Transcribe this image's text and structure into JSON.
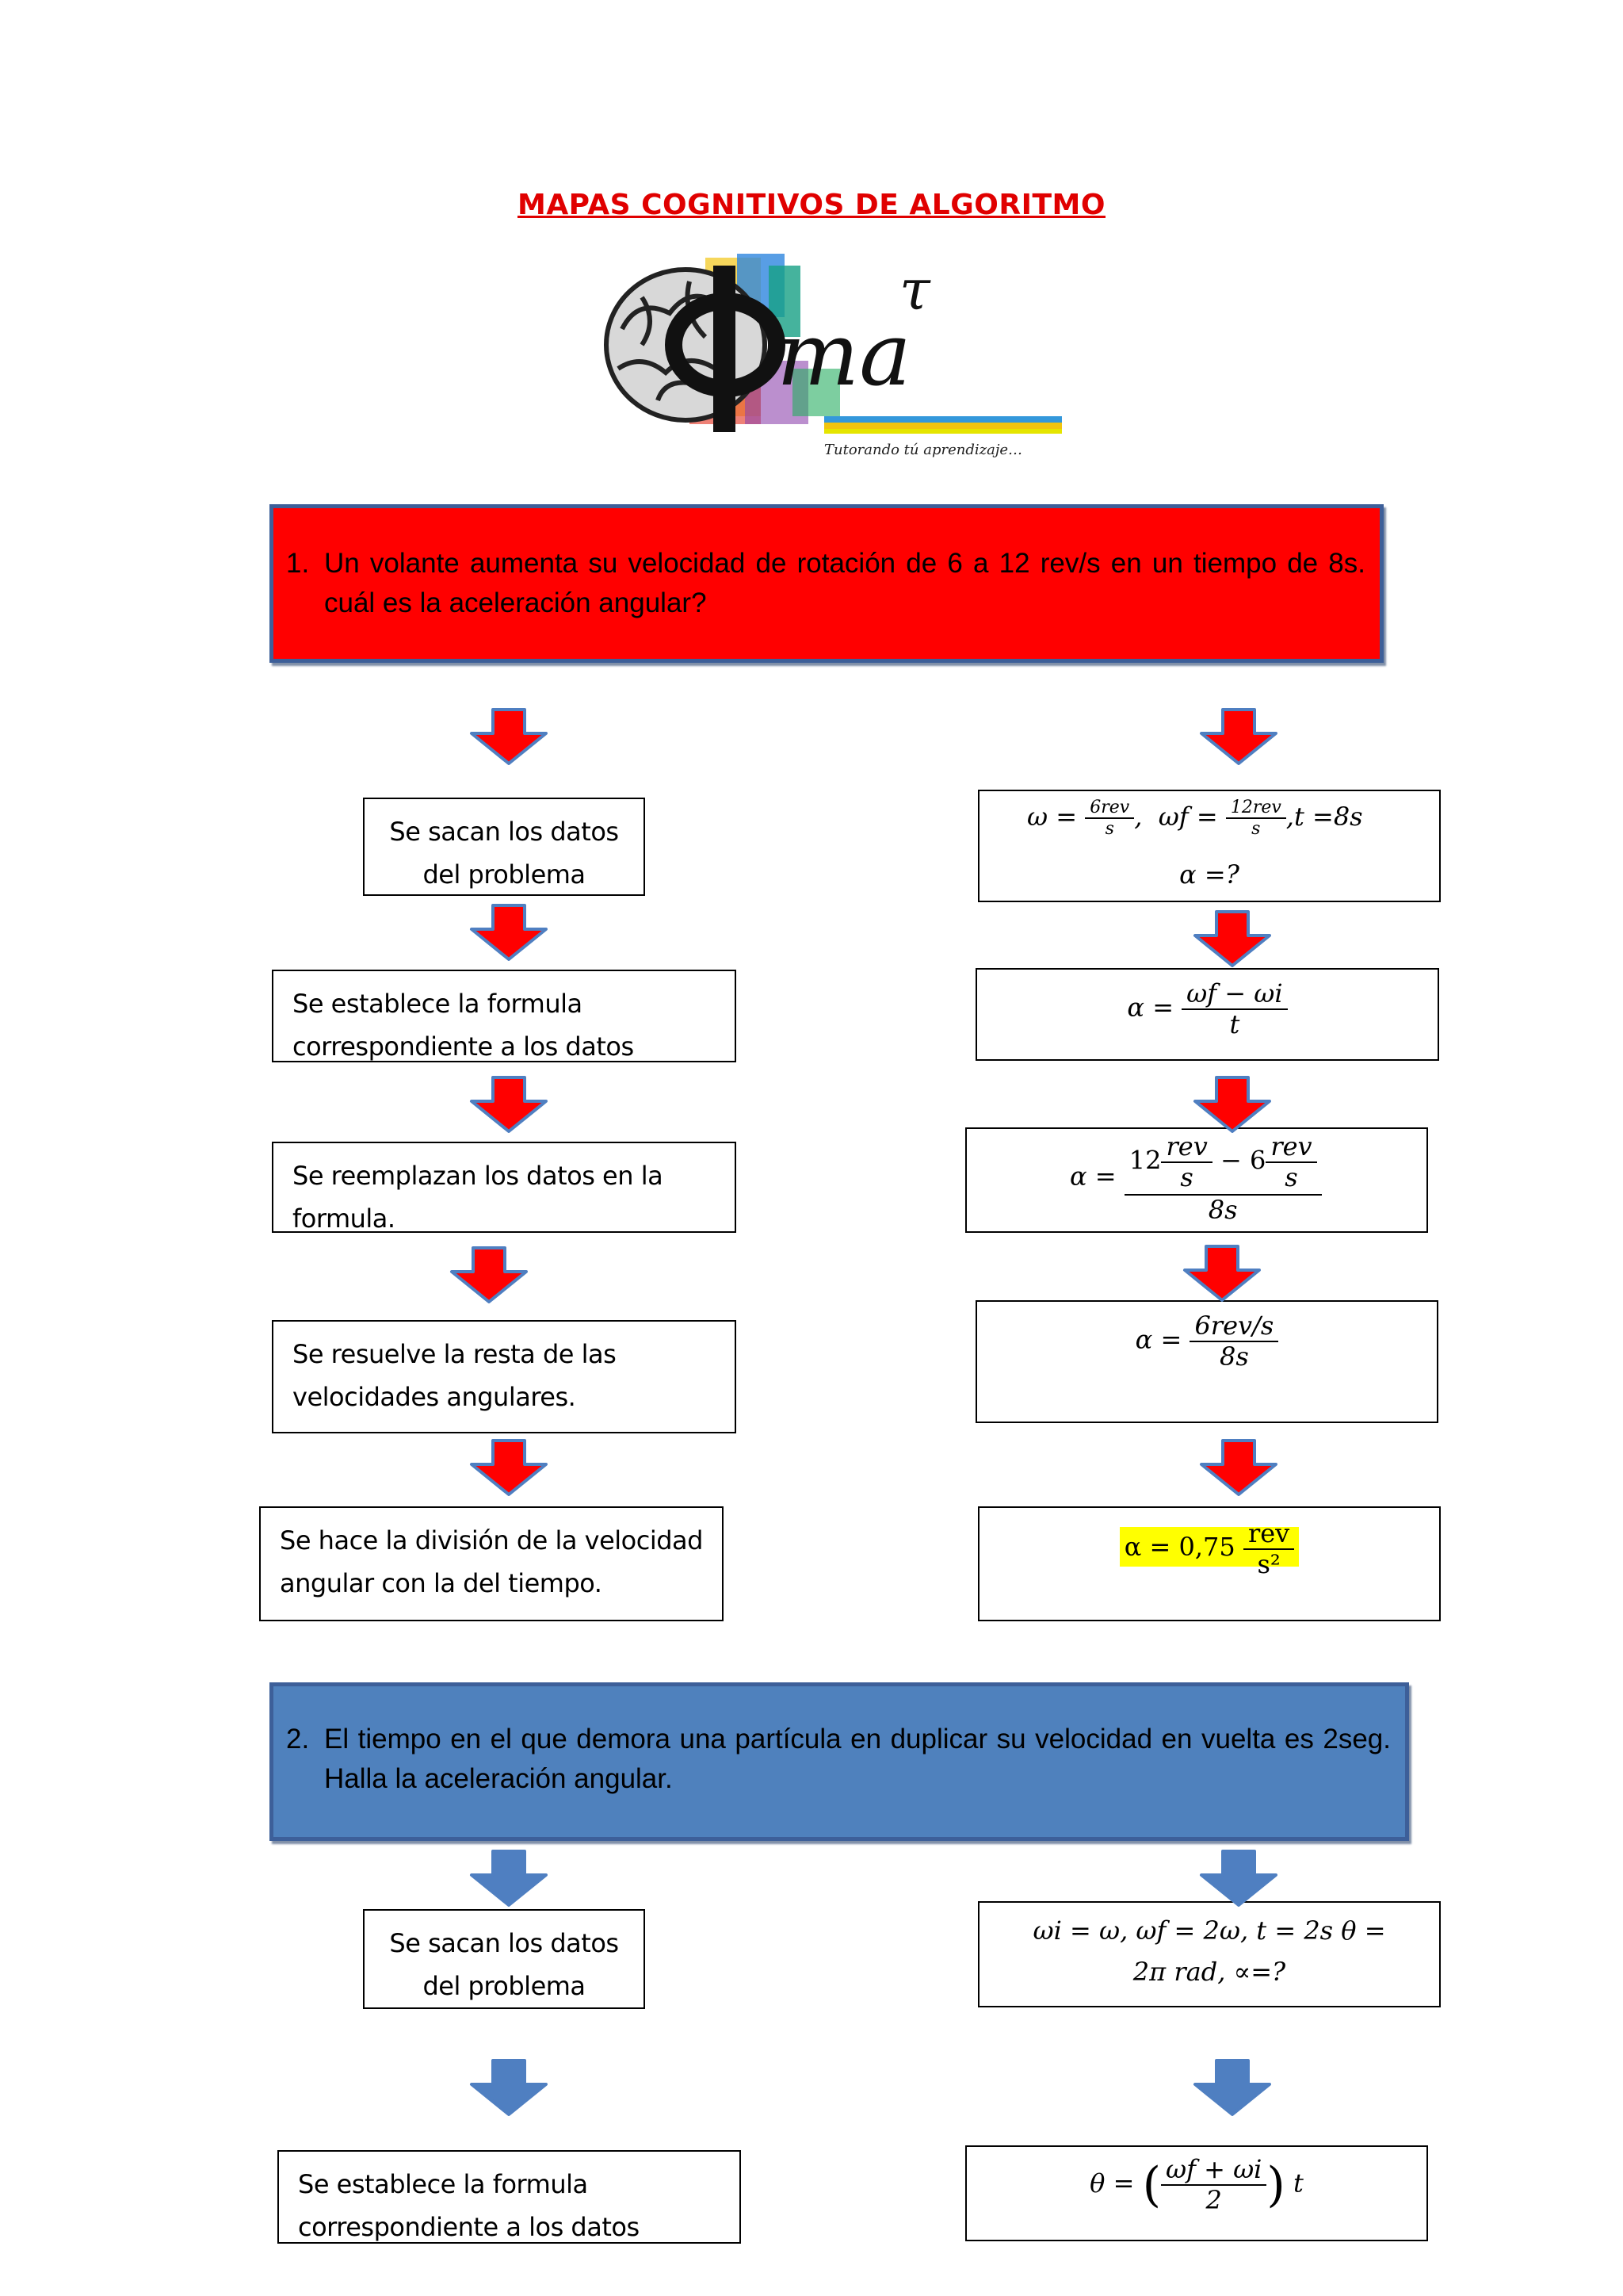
{
  "page": {
    "title": "MAPAS COGNITIVOS DE ALGORITMO"
  },
  "logo": {
    "letters": "ma",
    "superscript": "τ",
    "tagline": "Tutorando tú aprendizaje…"
  },
  "colors": {
    "title_red": "#e00000",
    "problem1_bg": "#ff0000",
    "problem2_bg": "#4f81bd",
    "border_blue": "#3d5f99",
    "arrow_blue": "#4f7fc1",
    "arrow_red": "#ff0000",
    "highlight": "#ffff00"
  },
  "problem1": {
    "number": "1.",
    "text": "Un volante aumenta su velocidad de rotación de 6 a 12 rev/s en un tiempo de 8s. cuál es la aceleración angular?",
    "steps": [
      "Se sacan los datos del problema",
      "Se establece la formula correspondiente a los datos",
      "Se reemplazan los datos en la formula.",
      "Se resuelve la resta de las velocidades angulares.",
      "Se  hace la división de la velocidad angular con la del tiempo."
    ],
    "math": {
      "data": {
        "omega": "ω =",
        "w_num": "6rev",
        "w_den": "s",
        "sep": ",",
        "omega_f": "ωf =",
        "wf_num": "12rev",
        "wf_den": "s",
        "t": ",t =8s",
        "alpha_q": "α =?"
      },
      "formula": {
        "lhs": "α =",
        "num": "ωf − ωi",
        "den": "t"
      },
      "replace": {
        "lhs": "α =",
        "a": "12",
        "u1_num": "rev",
        "u1_den": "s",
        "minus": "− 6",
        "u2_num": "rev",
        "u2_den": "s",
        "den": "8s"
      },
      "subtract": {
        "lhs": "α =",
        "num": "6rev/s",
        "den": "8s"
      },
      "result": {
        "lhs": "α = 0,75",
        "num": "rev",
        "den": "s²"
      }
    }
  },
  "problem2": {
    "number": "2.",
    "text": "El tiempo en el que demora una partícula en duplicar su velocidad en vuelta es 2seg. Halla la aceleración angular.",
    "steps": [
      "Se sacan los datos del problema",
      "Se establece la formula correspondiente a los datos"
    ],
    "math": {
      "data_line1": "ωi =  ω, ωf = 2ω, t = 2s  θ =",
      "data_line2": "2π rad, ∝=?",
      "formula": {
        "lhs": "θ =",
        "num": "ωf + ωi",
        "den": "2",
        "t": "t"
      }
    }
  }
}
